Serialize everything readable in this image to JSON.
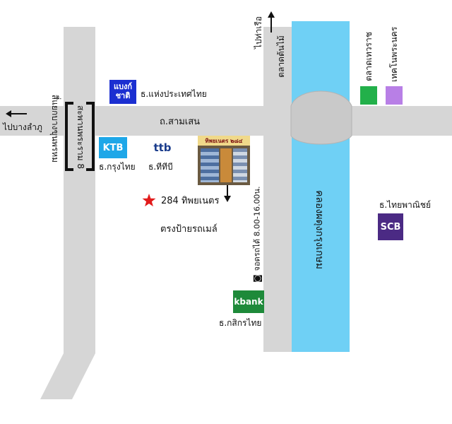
{
  "roads": {
    "main_road": "ถ.สามเสน",
    "left_junction": "สี่แยกบางขุนพรหม",
    "bridge": "สะพานพระราม 8",
    "left_direction": "ไปบางลำภู",
    "up_direction": "ไปท่าเรือ",
    "market_road": "ตลาดต้นไม้"
  },
  "canal": {
    "name": "คลองผดุงกรุงเกษม"
  },
  "landmarks": [
    {
      "key": "bank_nation",
      "logo": "แบงก์ ชาติ",
      "logo_line1": "แบงก์",
      "logo_line2": "ชาติ",
      "label": "ธ.แห่งประเทศไทย",
      "color": "#1b2fd1"
    },
    {
      "key": "ktb",
      "logo": "KTB",
      "label": "ธ.กรุงไทย",
      "color": "#1ea7e8"
    },
    {
      "key": "ttb",
      "logo": "ttb",
      "label": "ธ.ทีทีบี",
      "color": "#1a3c8c"
    },
    {
      "key": "scb",
      "logo": "SCB",
      "label": "ธ.ไทยพาณิชย์",
      "color": "#4b2a84"
    },
    {
      "key": "kbank",
      "logo": "kbank",
      "label": "ธ.กสิกรไทย",
      "color": "#1e8a3a"
    },
    {
      "key": "market_green",
      "label": "ตลาดเทวราช",
      "color": "#22b04a"
    },
    {
      "key": "tech_purple",
      "label": "เทคโนพระนคร",
      "color": "#b87fe6"
    }
  ],
  "store": {
    "sign": "ทิพยเนตร ๒๘๔",
    "label": "284 ทิพยเนตร",
    "sub_label": "ตรงป้ายรถเมล์",
    "star_color": "#e21b1b"
  },
  "parking": {
    "label": "จอดรถได้ 8.00-16.00น."
  },
  "colors": {
    "road": "#d6d6d6",
    "canal": "#6fd0f5",
    "bridge": "#c9c9c9"
  }
}
